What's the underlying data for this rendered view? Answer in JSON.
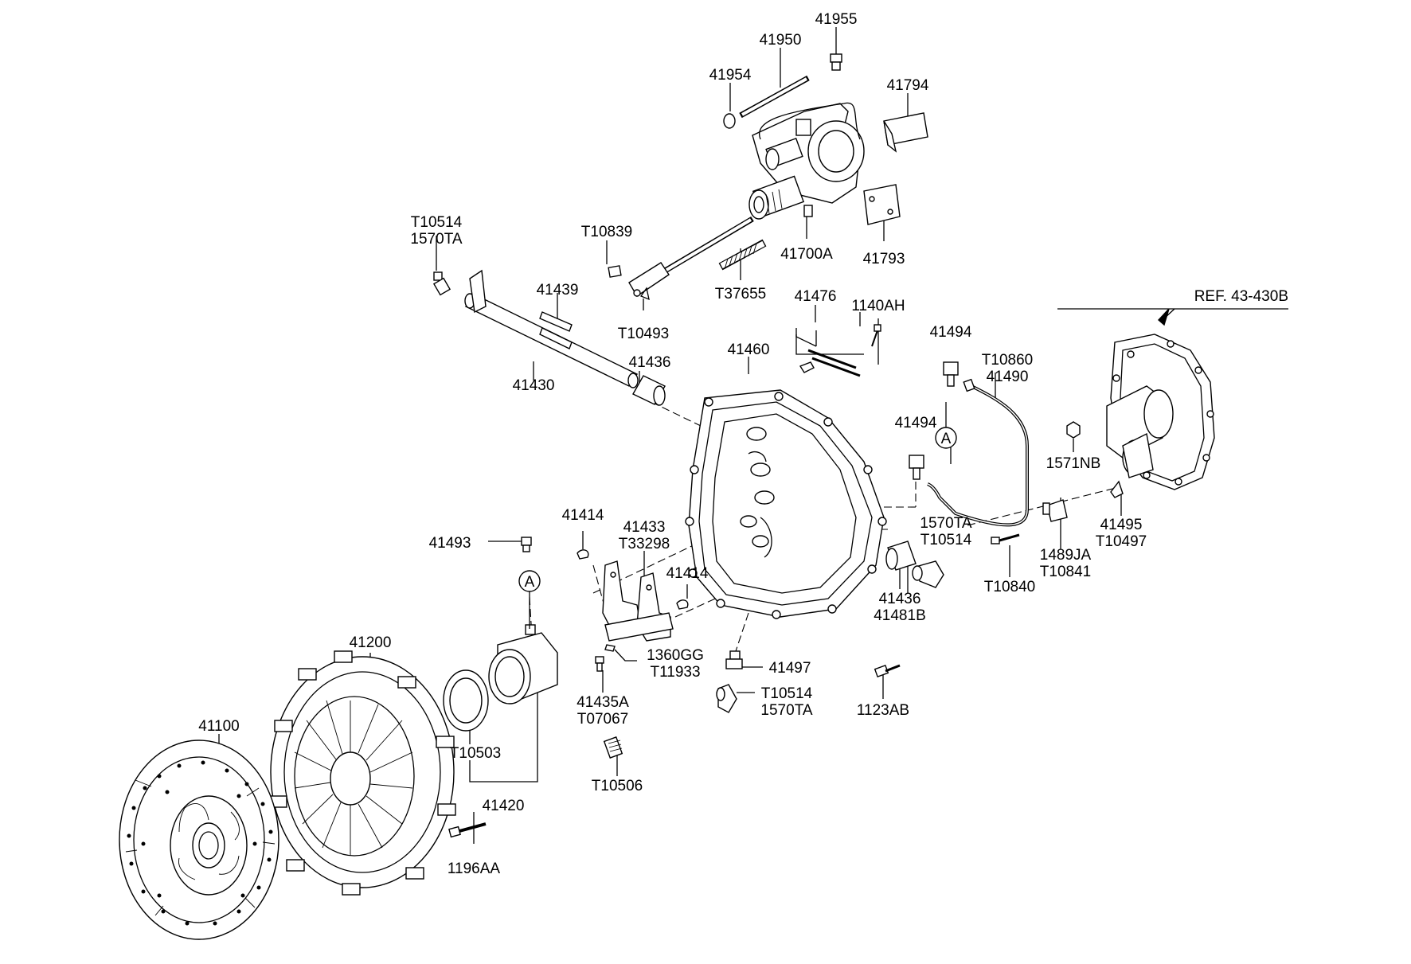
{
  "diagram": {
    "reference_label": "REF. 43-430B",
    "circle_marker": "A",
    "part_labels": {
      "p41955": "41955",
      "p41950": "41950",
      "p41954": "41954",
      "p41794": "41794",
      "p41700A": "41700A",
      "p41793": "41793",
      "pT10839": "T10839",
      "pT37655": "T37655",
      "pT10514_top": "T10514",
      "p1570TA_top": "1570TA",
      "p41439": "41439",
      "pT10493": "T10493",
      "p41476": "41476",
      "p1140AH": "1140AH",
      "p41494_top": "41494",
      "pT10860": "T10860",
      "p41490": "41490",
      "p41436_top": "41436",
      "p41430": "41430",
      "p41460": "41460",
      "p41494_mid": "41494",
      "p1571NB": "1571NB",
      "p41414_left": "41414",
      "p41433": "41433",
      "pT33298": "T33298",
      "p41493": "41493",
      "p41414_right": "41414",
      "p1570TA_mid": "1570TA",
      "pT10514_mid": "T10514",
      "p41495": "41495",
      "pT10497": "T10497",
      "p1489JA": "1489JA",
      "pT10841": "T10841",
      "pT10840": "T10840",
      "p41436_bot": "41436",
      "p41481B": "41481B",
      "p41200": "41200",
      "p1360GG": "1360GG",
      "pT11933": "T11933",
      "p41497": "41497",
      "p41435A": "41435A",
      "pT07067": "T07067",
      "pT10514_bot": "T10514",
      "p1570TA_bot": "1570TA",
      "p1123AB": "1123AB",
      "p41100": "41100",
      "pT10503": "T10503",
      "p41420": "41420",
      "pT10506": "T10506",
      "p1196AA": "1196AA"
    }
  }
}
